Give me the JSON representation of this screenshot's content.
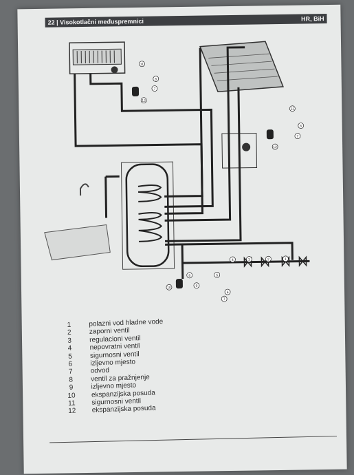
{
  "header": {
    "title": "22 | Visokotlačni međuspremnici",
    "region": "HR, BiH"
  },
  "diagram": {
    "callouts": [
      "1",
      "2",
      "3",
      "4",
      "5",
      "6",
      "7",
      "8",
      "9",
      "10",
      "11",
      "12",
      "11",
      "6",
      "7",
      "12",
      "6",
      "7"
    ]
  },
  "legend": {
    "items": [
      {
        "num": "1",
        "text": "polazni vod hladne vode"
      },
      {
        "num": "2",
        "text": "zaporni ventil"
      },
      {
        "num": "3",
        "text": "regulacioni ventil"
      },
      {
        "num": "4",
        "text": "nepovratni ventil"
      },
      {
        "num": "5",
        "text": "sigurnosni ventil"
      },
      {
        "num": "6",
        "text": "izljevno mjesto"
      },
      {
        "num": "7",
        "text": "odvod"
      },
      {
        "num": "8",
        "text": "ventil za pražnjenje"
      },
      {
        "num": "9",
        "text": "izljevno mjesto"
      },
      {
        "num": "10",
        "text": "ekspanzijska posuda"
      },
      {
        "num": "11",
        "text": "sigurnosni ventil"
      },
      {
        "num": "12",
        "text": "ekspanzijska posuda"
      }
    ]
  }
}
